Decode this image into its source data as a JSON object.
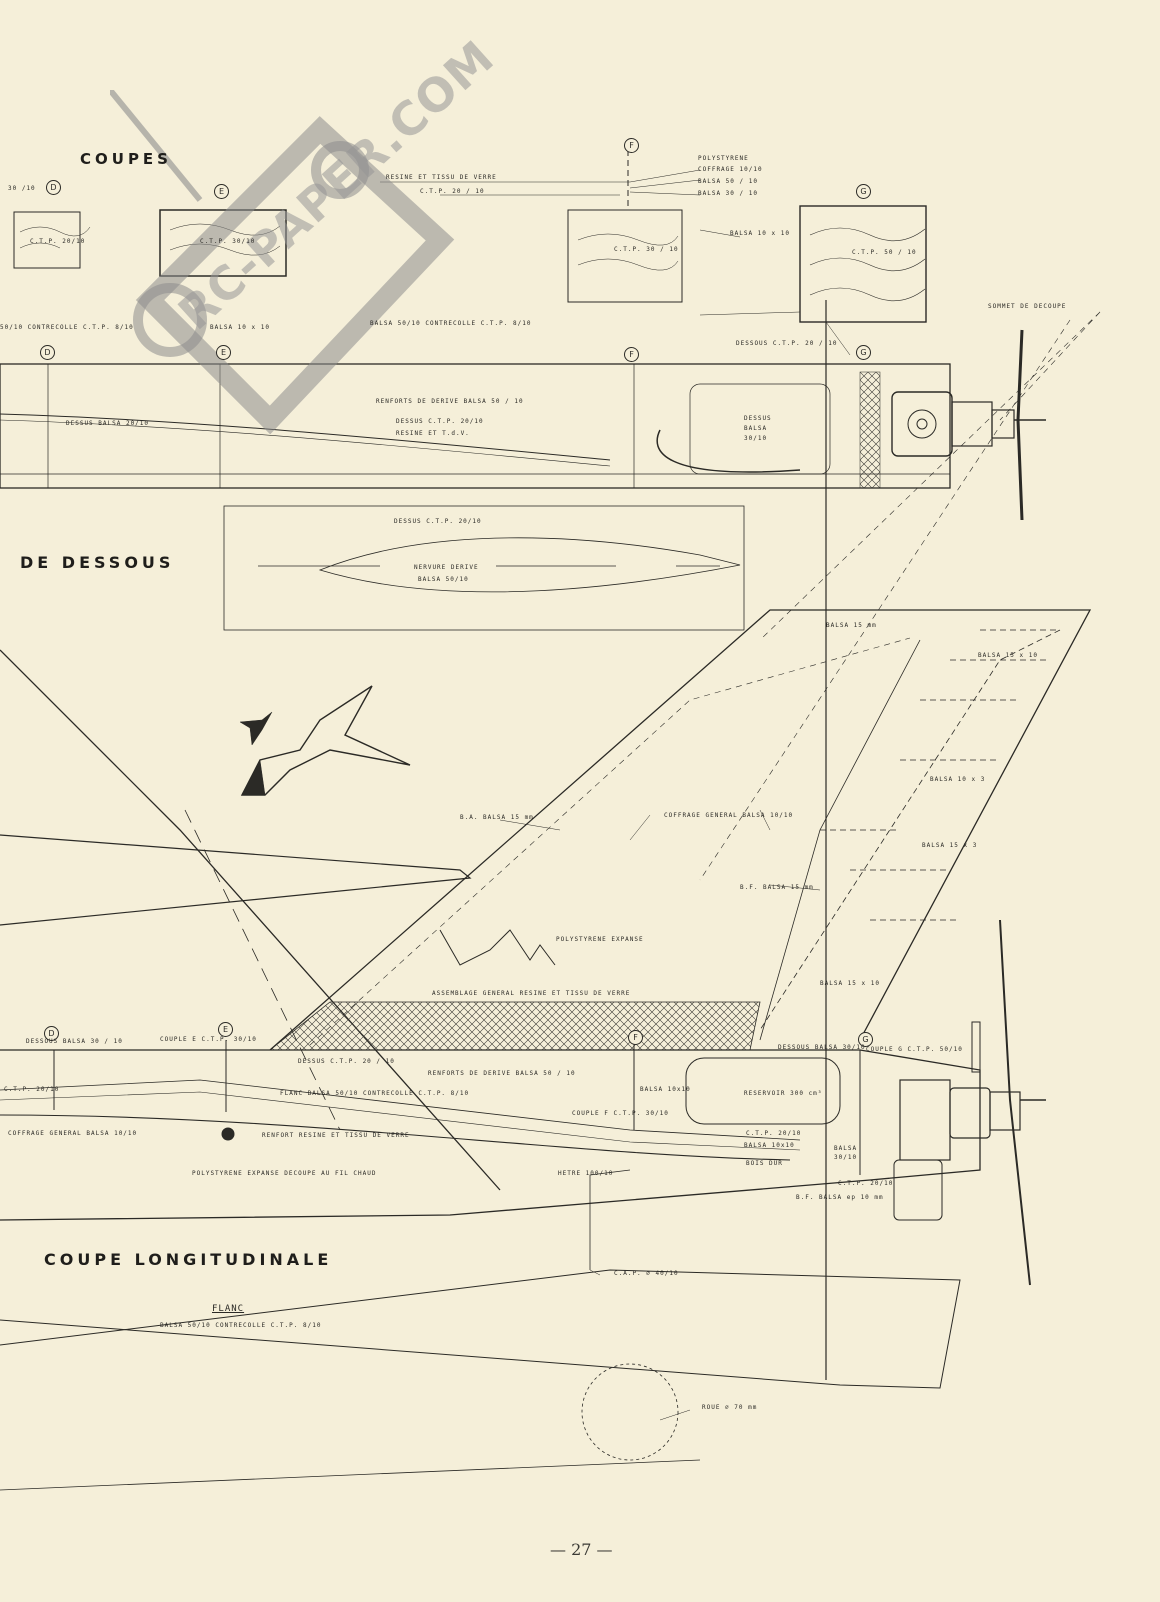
{
  "page": {
    "headings": {
      "coupes": "COUPES",
      "de_dessous": "DE DESSOUS",
      "coupe_longitudinale": "COUPE LONGITUDINALE"
    },
    "page_number": "— 27 —",
    "watermark": "RC-PAPER.COM"
  },
  "section_markers": [
    "D",
    "E",
    "F",
    "G"
  ],
  "labels": {
    "polystyrene": "POLYSTYRENE",
    "coffrage_10_10": "COFFRAGE 10/10",
    "balsa_50_10": "BALSA 50 / 10",
    "balsa_30_10": "BALSA 30 / 10",
    "resine_tissu": "RESINE ET TISSU DE VERRE",
    "ctp_20_10_top": "C.T.P. 20 / 10",
    "thirty_10": "30 /10",
    "ctp_20_10_d": "C.T.P. 20/10",
    "ctp_30_10_e": "C.T.P. 30/10",
    "ctp_30_10_f": "C.T.P. 30 / 10",
    "ctp_50_10_g": "C.T.P. 50 / 10",
    "balsa_10x10": "BALSA 10 x 10",
    "balsa_10x10_b": "BALSA 10 x 10",
    "balsa_contrecolle_1": "50/10 CONTRECOLLE C.T.P. 8/10",
    "balsa_contrecolle_2": "BALSA 50/10 CONTRECOLLE C.T.P. 8/10",
    "sommet_decoupe": "SOMMET DE DECOUPE",
    "dessous_ctp_g": "DESSOUS C.T.P. 20 / 10",
    "renforts_derive": "RENFORTS DE DERIVE BALSA 50 / 10",
    "dessus_ctp": "DESSUS C.T.P. 20/10",
    "resine_tdv": "RESINE ET T.d.V.",
    "dessus_balsa": "DESSUS BALSA 20/10",
    "dessus_balsa_30": "DESSUS BALSA 30/10",
    "vue_dessus_ctp": "DESSUS C.T.P. 20/10",
    "nervure_derive": "NERVURE DERIVE",
    "vue_balsa": "BALSA 50/10",
    "balsa_15mm_top": "BALSA 15 mm",
    "balsa_15x10": "BALSA 15 x 10",
    "balsa_10x3": "BALSA 10 x 3",
    "balsa_15x3": "BALSA 15 x 3",
    "ba_balsa": "B.A. BALSA 15 mm",
    "coffrage_general": "COFFRAGE GENERAL BALSA 10/10",
    "bf_balsa_15": "B.F. BALSA 15 mm",
    "polystyrene_expanse": "POLYSTYRENE EXPANSE",
    "assemblage": "ASSEMBLAGE GENERAL RESINE ET TISSU DE VERRE",
    "balsa_15x10_b": "BALSA 15 x 10",
    "dessous_balsa_30": "DESSOUS BALSA 30 / 10",
    "couple_e": "COUPLE E C.T.P. 30/10",
    "dessus_ctp_2": "DESSUS C.T.P. 20 / 10",
    "renforts_derive_2": "RENFORTS DE DERIVE BALSA 50 / 10",
    "dessous_balsa_g": "DESSOUS BALSA 30/10",
    "couple_g": "COUPLE G C.T.P. 50/10",
    "ctp_20_10_left": "C.T.P. 20/10",
    "flanc_balsa": "FLANC BALSA 50/10 CONTRECOLLE C.T.P. 8/10",
    "balsa_10x10_c": "BALSA 10x10",
    "reservoir": "RESERVOIR 300 cm³",
    "coffrage_general_2": "COFFRAGE GENERAL BALSA 10/10",
    "renfort_resine": "RENFORT RESINE ET TISSU DE VERRE",
    "couple_f": "COUPLE F C.T.P. 30/10",
    "ctp_20_10_b": "C.T.P. 20/10",
    "balsa_10x10_d": "BALSA 10x10",
    "bois_dur": "BOIS DUR",
    "balsa_30_10_b": "BALSA 30/10",
    "ctp_20_10_c": "C.T.P. 20/10",
    "polystyrene_decoupe": "POLYSTYRENE EXPANSE DECOUPE AU FIL CHAUD",
    "hetre": "HETRE 100/10",
    "bf_balsa_ep": "B.F. BALSA ep 10 mm",
    "cap": "C.A.P. ∅ 40/10",
    "flanc": "FLANC",
    "flanc_detail": "BALSA 50/10 CONTRECOLLE C.T.P. 8/10",
    "roue": "ROUE ∅ 70 mm"
  }
}
